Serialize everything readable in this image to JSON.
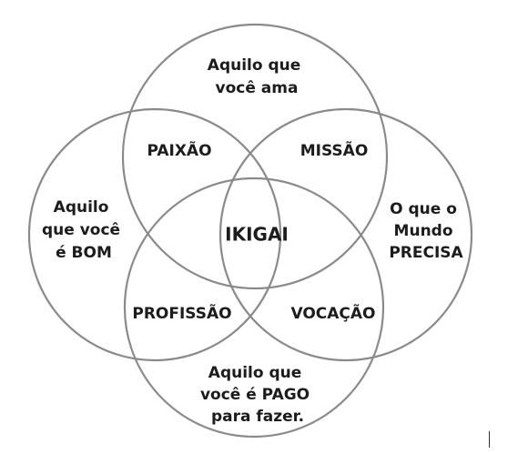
{
  "diagram": {
    "top": [
      "Aquilo que",
      "você ama"
    ],
    "left": [
      "Aquilo",
      "que você",
      "é BOM"
    ],
    "right": [
      "O que o",
      "Mundo",
      "PRECISA"
    ],
    "bottom": [
      "Aquilo que",
      "você é PAGO",
      "para fazer."
    ],
    "overlap_top_left": "PAIXÃO",
    "overlap_top_right": "MISSÃO",
    "overlap_bottom_left": "PROFISSÃO",
    "overlap_bottom_right": "VOCAÇÃO",
    "center": "IKIGAI"
  }
}
